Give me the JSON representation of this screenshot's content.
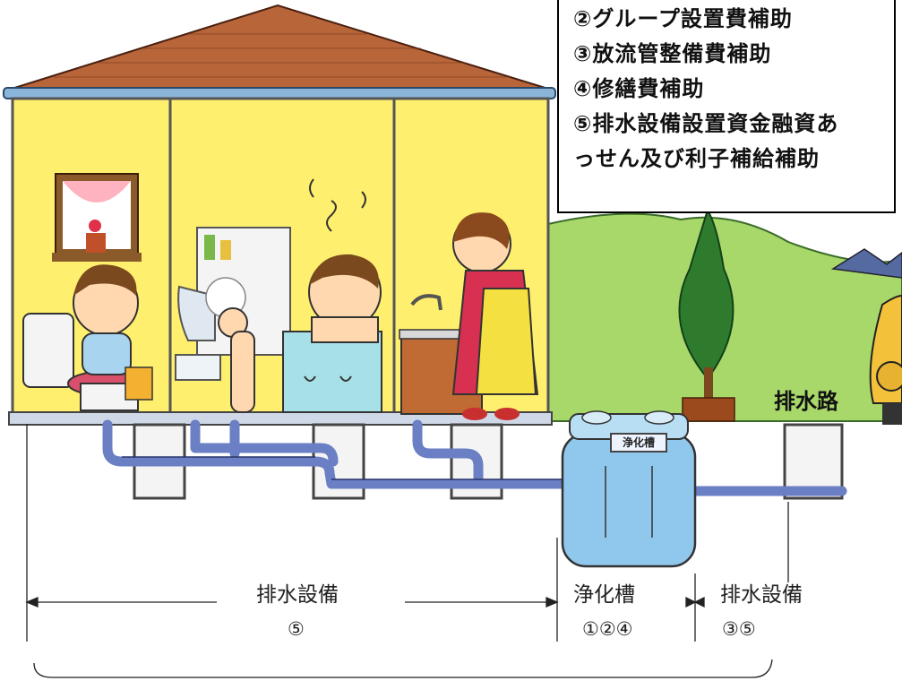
{
  "callout": {
    "lines": [
      "②グループ設置費補助",
      "③放流管整備費補助",
      "④修繕費補助",
      "⑤排水設備設置資金融資あ",
      "っせん及び利子補給補助"
    ]
  },
  "scene_labels": {
    "drainage_channel": "排水路",
    "tank_sign": "浄化槽"
  },
  "sections": [
    {
      "title": "排水設備",
      "numbers": "⑤"
    },
    {
      "title": "浄化槽",
      "numbers": "①②④"
    },
    {
      "title": "排水設備",
      "numbers": "③⑤"
    }
  ],
  "colors": {
    "house_wall": "#ffef6e",
    "roof": "#b8653a",
    "pipe": "#6a7fc4",
    "hill": "#a8d86a",
    "tank": "#8fc8ec"
  }
}
